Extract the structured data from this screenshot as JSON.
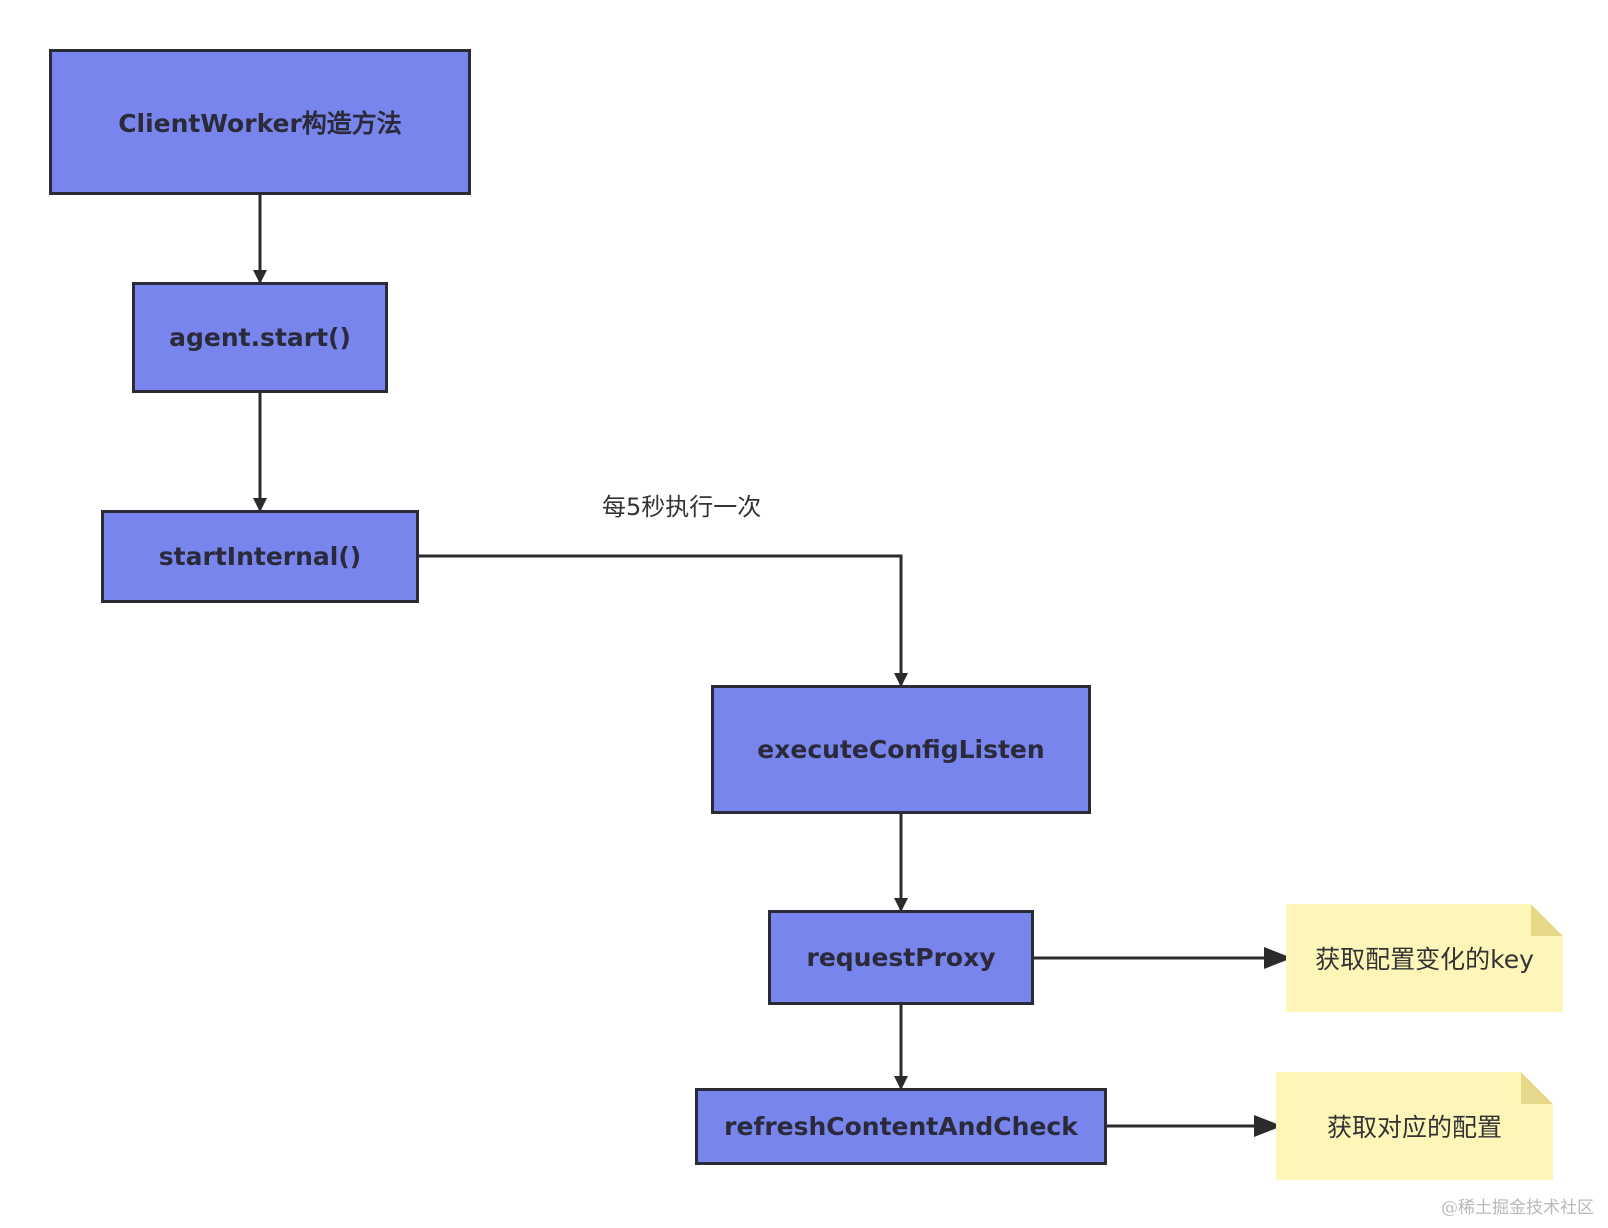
{
  "nodes": {
    "client_worker": "ClientWorker构造方法",
    "agent_start": "agent.start()",
    "start_internal": "startInternal()",
    "execute_config_listen": "executeConfigListen",
    "request_proxy": "requestProxy",
    "refresh_content_and_check": "refreshContentAndCheck"
  },
  "notes": {
    "changed_keys": "获取配置变化的key",
    "get_config": "获取对应的配置"
  },
  "edge_labels": {
    "every_5s": "每5秒执行一次"
  },
  "watermark": "@稀土掘金技术社区",
  "colors": {
    "node_fill": "#7785ec",
    "node_border": "#2b2b38",
    "note_fill": "#fdf6b8",
    "note_fold": "#e7d98a",
    "edge": "#2b2b2b"
  }
}
